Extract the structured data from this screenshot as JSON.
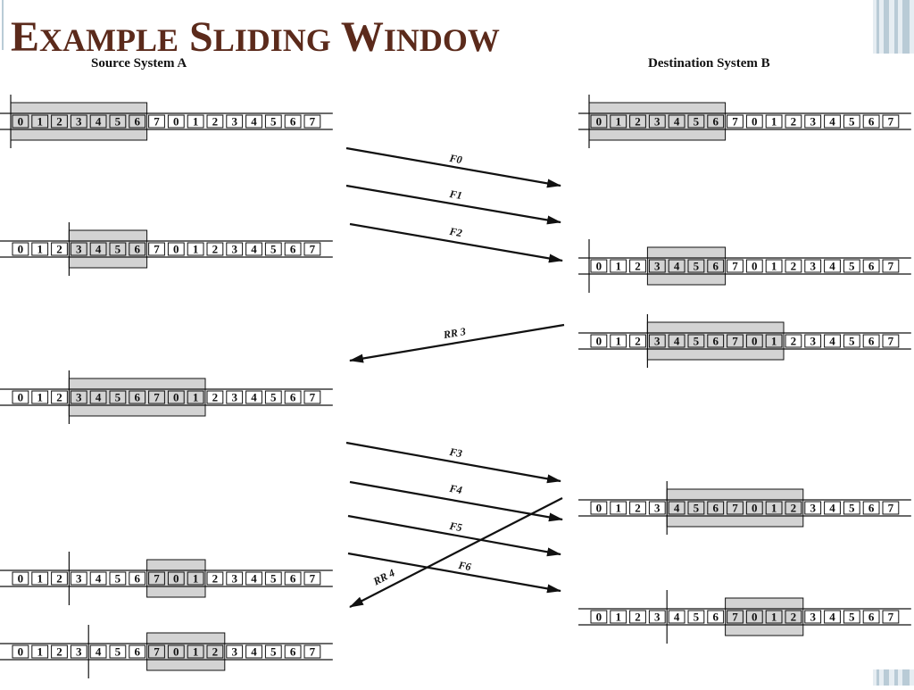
{
  "title": {
    "first_letter_1": "E",
    "rest_1": "XAMPLE",
    "first_letter_2": "S",
    "rest_2": "LIDING",
    "first_letter_3": "W",
    "rest_3": "INDOW"
  },
  "labels": {
    "source": "Source System A",
    "destination": "Destination System B"
  },
  "colors": {
    "title": "#5b2a1b",
    "window_fill": "#d3d3d3",
    "line": "#111111",
    "deco": "#b9cbd6"
  },
  "sequence_cells": [
    "0",
    "1",
    "2",
    "3",
    "4",
    "5",
    "6",
    "7",
    "0",
    "1",
    "2",
    "3",
    "4",
    "5",
    "6",
    "7"
  ],
  "source_rows": [
    {
      "window_start": 0,
      "window_length": 7,
      "pointer": 0
    },
    {
      "window_start": 3,
      "window_length": 4,
      "pointer": 3
    },
    {
      "window_start": 3,
      "window_length": 7,
      "pointer": 3
    },
    {
      "window_start": 7,
      "window_length": 3,
      "pointer": 3
    },
    {
      "window_start": 7,
      "window_length": 4,
      "pointer": 4
    }
  ],
  "destination_rows": [
    {
      "window_start": 0,
      "window_length": 7,
      "pointer": 0
    },
    {
      "window_start": 3,
      "window_length": 4,
      "pointer": 0
    },
    {
      "window_start": 3,
      "window_length": 7,
      "pointer": 3
    },
    {
      "window_start": 4,
      "window_length": 7,
      "pointer": 4
    },
    {
      "window_start": 7,
      "window_length": 4,
      "pointer": 4
    }
  ],
  "messages": [
    {
      "label": "F0",
      "direction": "to-destination"
    },
    {
      "label": "F1",
      "direction": "to-destination"
    },
    {
      "label": "F2",
      "direction": "to-destination"
    },
    {
      "label": "RR 3",
      "direction": "to-source"
    },
    {
      "label": "F3",
      "direction": "to-destination"
    },
    {
      "label": "F4",
      "direction": "to-destination"
    },
    {
      "label": "F5",
      "direction": "to-destination"
    },
    {
      "label": "F6",
      "direction": "to-destination"
    },
    {
      "label": "RR 4",
      "direction": "to-source"
    }
  ]
}
